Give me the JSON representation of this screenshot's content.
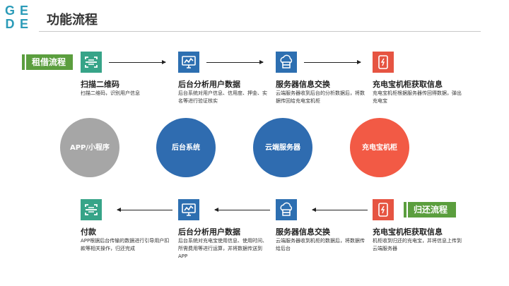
{
  "logo": {
    "letters": [
      "G",
      "E",
      "D",
      "E"
    ]
  },
  "page_title": "功能流程",
  "badges": {
    "rent": "租借流程",
    "return": "归还流程"
  },
  "colors": {
    "teal": "#37a488",
    "blue": "#2d6fb1",
    "red": "#e65442",
    "gray": "#a6a6a6",
    "green_badge": "#5b9e3e",
    "logo": "#2b9bb8"
  },
  "top_steps": [
    {
      "icon": "scan-icon",
      "title": "扫描二维码",
      "desc": "扫描二维码，识别用户信息"
    },
    {
      "icon": "monitor-chart-icon",
      "title": "后台分析用户数据",
      "desc": "后台系统对用户信息、信用度、押金、实名等进行验证核实"
    },
    {
      "icon": "cloud-server-icon",
      "title": "服务器信息交换",
      "desc": "云端服务器收到后台的分析数据后，将数据传回给充电宝机柜"
    },
    {
      "icon": "power-bank-icon",
      "title": "充电宝机柜获取信息",
      "desc": "充电宝机柜根据服务器传回得数据，弹出充电宝"
    }
  ],
  "circles": [
    {
      "label": "APP/小程序"
    },
    {
      "label": "后台系统"
    },
    {
      "label": "云端服务器"
    },
    {
      "label": "充电宝机柜"
    }
  ],
  "bottom_steps": [
    {
      "icon": "scan-icon",
      "title": "付款",
      "desc": "APP根据后台传输的数据进行引导用户扣款等相关操作，归还完成"
    },
    {
      "icon": "monitor-chart-icon",
      "title": "后台分析用户数据",
      "desc": "后台系统对充电宝使用信息、使用时间、所需费用等进行运算，并将数据传送到APP"
    },
    {
      "icon": "cloud-server-icon",
      "title": "服务器信息交换",
      "desc": "云端服务器收到机柜的数据后，将数据传给后台"
    },
    {
      "icon": "power-bank-icon",
      "title": "充电宝机柜获取信息",
      "desc": "机柜收到归还的充电宝，并将信息上传到云端服务器"
    }
  ]
}
